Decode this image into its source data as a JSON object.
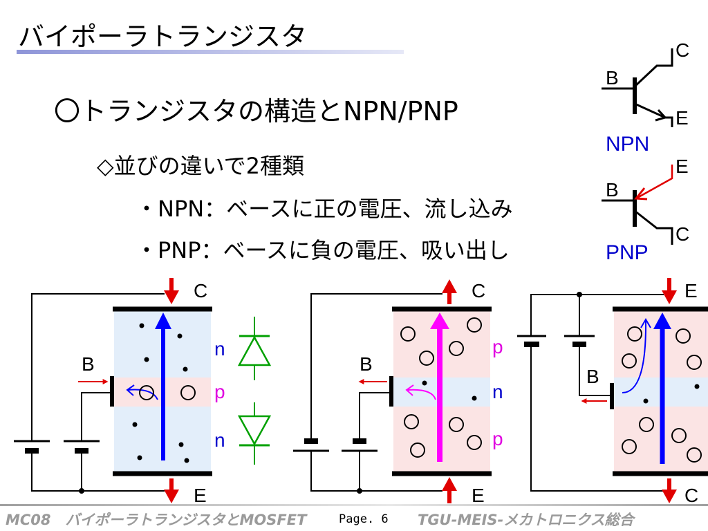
{
  "slide": {
    "title": "バイポーラトランジスタ",
    "heading": "〇トランジスタの構造とNPN/PNP",
    "sub_heading": "◇並びの違いで2種類",
    "bullets": [
      "・NPN：ベースに正の電圧、流し込み",
      "・PNP：ベースに負の電圧、吸い出し"
    ]
  },
  "symbols": {
    "npn": {
      "base": "B",
      "collector": "C",
      "emitter": "E",
      "caption": "NPN"
    },
    "pnp": {
      "base": "B",
      "collector": "C",
      "emitter": "E",
      "caption": "PNP"
    }
  },
  "diagrams": {
    "npn": {
      "top_terminal": "C",
      "bottom_terminal": "E",
      "base": "B",
      "layers": [
        "n",
        "p",
        "n"
      ]
    },
    "pnp": {
      "top_terminal": "C",
      "bottom_terminal": "E",
      "base": "B",
      "layers": [
        "p",
        "n",
        "p"
      ]
    },
    "pnp_flipped": {
      "top_terminal": "E",
      "bottom_terminal": "C",
      "base": "B"
    }
  },
  "footer": {
    "left": "MC08　バイポーラトランジスタとMOSFET",
    "page": "Page. 6",
    "right": "TGU-MEIS-メカトロニクス総合"
  },
  "colors": {
    "n_region": "#e3eefa",
    "p_region": "#fbe4e4",
    "npn_current": "#0000ff",
    "pnp_current": "#ff00ff",
    "arrow_red": "#e00000",
    "diode_green": "#00a000",
    "label_magenta": "#e000e0",
    "label_blue": "#0000cc"
  },
  "icons": {
    "electron": "filled-dot",
    "hole": "hollow-circle",
    "diode": "diode-symbol",
    "battery": "battery-symbol"
  }
}
